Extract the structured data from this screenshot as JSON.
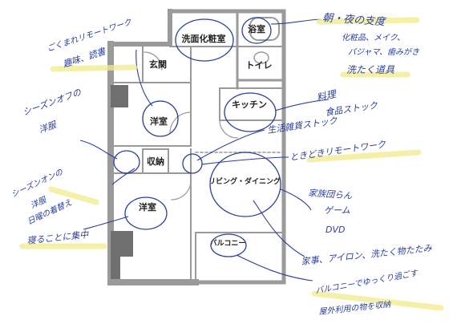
{
  "rooms": {
    "washroom": "洗面化粧室",
    "bath": "浴室",
    "entrance": "玄関",
    "toilet": "トイレ",
    "kitchen": "キッチン",
    "western_top": "洋室",
    "storage": "収納",
    "living": "リビング・ダイニング",
    "western_bottom": "洋室",
    "balcony": "バルコニー"
  },
  "notes": {
    "morning_night": "朝・夜の支度",
    "cosmetics": "化粧品、メイク、",
    "pajama": "パジャマ、歯みがき",
    "laundry_tools": "洗たく道具",
    "telework_1": "ごくまれリモートワーク",
    "telework_2": "趣味、読書",
    "cooking": "料理",
    "food_stock": "食品ストック",
    "season_1": "シーズンオフの",
    "season_2": "洋服",
    "daily_goods": "生活雑貨ストック",
    "sometimes_telework": "ときどきリモートワーク",
    "season_change_1": "シーズンオンの",
    "season_change_2": "洋服",
    "season_change_3": "日曜の着替え",
    "family_1": "家族団らん",
    "family_2": "ゲーム",
    "family_3": "DVD",
    "sleep": "寝ることに集中",
    "housework": "家事、アイロン、洗たく物たたみ",
    "balcony_1": "バルコニーでゆっくり過ごす",
    "balcony_2": "屋外利用の物を収納"
  }
}
